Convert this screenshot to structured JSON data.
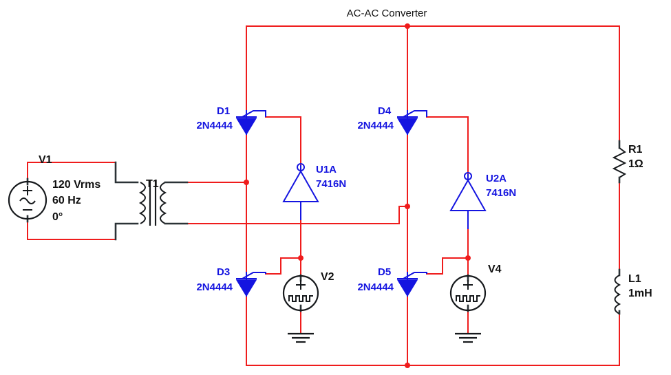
{
  "title": "AC-AC Converter",
  "components": {
    "v1": {
      "ref": "V1",
      "spec_line1": "120 Vrms",
      "spec_line2": "60 Hz",
      "spec_line3": "0°",
      "symbol": "ac-voltage-source-icon",
      "plus": "+",
      "minus": "−",
      "wave": "sine-wave-icon"
    },
    "t1": {
      "ref": "T1",
      "symbol": "transformer-icon"
    },
    "d1": {
      "ref": "D1",
      "part": "2N4444",
      "symbol": "scr-thyristor-icon"
    },
    "d3": {
      "ref": "D3",
      "part": "2N4444",
      "symbol": "scr-thyristor-icon"
    },
    "d4": {
      "ref": "D4",
      "part": "2N4444",
      "symbol": "scr-thyristor-icon"
    },
    "d5": {
      "ref": "D5",
      "part": "2N4444",
      "symbol": "scr-thyristor-icon"
    },
    "u1a": {
      "ref": "U1A",
      "part": "7416N",
      "symbol": "inverter-gate-icon"
    },
    "u2a": {
      "ref": "U2A",
      "part": "7416N",
      "symbol": "inverter-gate-icon"
    },
    "v2": {
      "ref": "V2",
      "symbol": "pulse-voltage-source-icon",
      "plus": "+",
      "wave": "square-wave-icon",
      "ground": "ground-icon"
    },
    "v4": {
      "ref": "V4",
      "symbol": "pulse-voltage-source-icon",
      "plus": "+",
      "wave": "square-wave-icon",
      "ground": "ground-icon"
    },
    "r1": {
      "ref": "R1",
      "value": "1Ω",
      "symbol": "resistor-icon"
    },
    "l1": {
      "ref": "L1",
      "value": "1mH",
      "symbol": "inductor-icon"
    }
  },
  "colors": {
    "wire": "#ef1c1c",
    "symbol": "#1414e0",
    "lead": "#16191c",
    "text": "#101010",
    "background": "#ffffff"
  }
}
